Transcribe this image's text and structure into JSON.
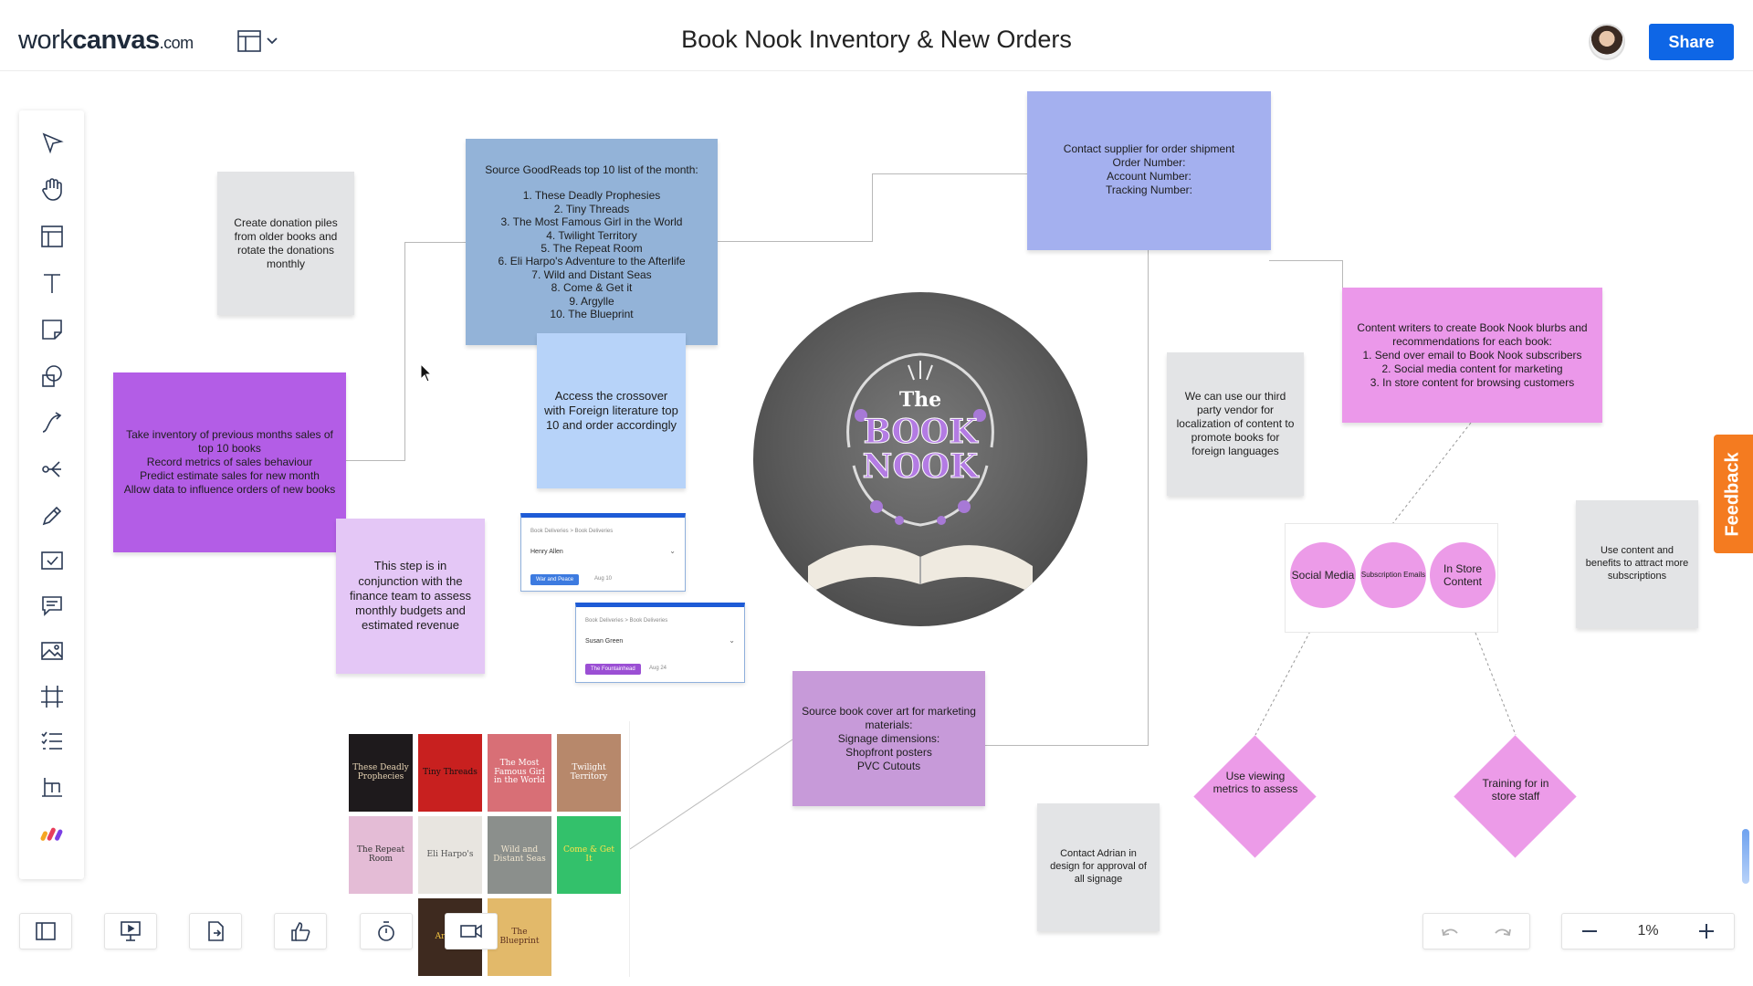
{
  "header": {
    "logo_prefix": "work",
    "logo_bold": "canvas",
    "logo_suffix": ".com",
    "board_title": "Book Nook Inventory & New Orders",
    "share_label": "Share"
  },
  "feedback_label": "Feedback",
  "zoom_level": "1%",
  "notes": {
    "donation": "Create donation piles from older books and rotate the donations monthly",
    "goodreads": "Source GoodReads top 10 list of the month:\n\n1. These Deadly Prophesies\n2. Tiny Threads\n3. The Most Famous Girl in the World\n4. Twilight Territory\n5. The Repeat Room\n6. Eli Harpo's Adventure to the Afterlife\n7. Wild and Distant Seas\n8. Come & Get it\n9. Argylle\n10. The Blueprint",
    "supplier": "Contact supplier for order shipment\nOrder Number:\nAccount Number:\nTracking Number:",
    "crossover": "Access the crossover with Foreign literature top 10 and order accordingly",
    "inventory": "Take inventory of previous months sales of top 10 books\nRecord metrics of sales behaviour\nPredict estimate sales for new month\nAllow data to influence orders of new books",
    "finance": "This step is in conjunction with the finance team to assess monthly budgets and estimated revenue",
    "vendor": "We can use our third party vendor for localization of content to promote books for foreign languages",
    "content_writers": "Content writers to create Book Nook blurbs and recommendations for each book:\n1. Send over email to Book Nook subscribers\n2. Social media content for marketing\n3. In store content for browsing customers",
    "subscriptions": "Use content and benefits to attract more subscriptions",
    "cover_art": "Source book cover art for marketing materials:\nSignage dimensions:\nShopfront posters\nPVC Cutouts",
    "adrian": "Contact Adrian in design for approval of all signage"
  },
  "circles": {
    "social": "Social Media",
    "subscription": "Subscription Emails",
    "instore": "In Store Content"
  },
  "diamonds": {
    "metrics": "Use viewing metrics to assess",
    "training": "Training for in store staff"
  },
  "logo_center": {
    "the": "The",
    "book": "BOOK",
    "nook": "NOOK"
  },
  "cards": [
    {
      "crumb": "Book Deliveries > Book Deliveries",
      "name": "Henry Allen",
      "tag": "War and Peace",
      "date": "Aug 10"
    },
    {
      "crumb": "Book Deliveries > Book Deliveries",
      "name": "Susan Green",
      "tag": "The Fountainhead",
      "date": "Aug 24"
    }
  ],
  "books": [
    "These Deadly Prophecies",
    "Tiny Threads",
    "The Most Famous Girl in the World",
    "Twilight Territory",
    "The Repeat Room",
    "Eli Harpo's",
    "Wild and Distant Seas",
    "Come & Get It",
    "Argylle",
    "The Blueprint"
  ]
}
